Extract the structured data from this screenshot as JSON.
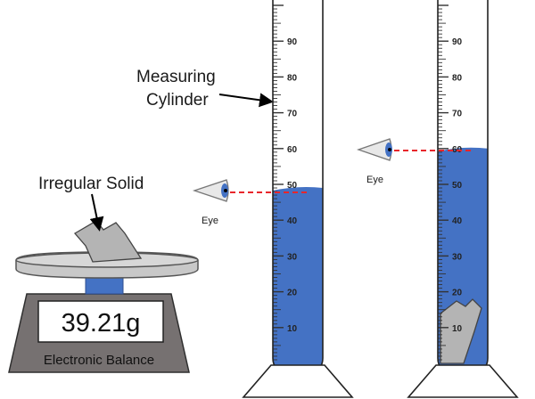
{
  "labels": {
    "measuring_cylinder": [
      "Measuring",
      "Cylinder"
    ],
    "irregular_solid": "Irregular Solid",
    "eye": "Eye",
    "balance_caption": "Electronic Balance"
  },
  "balance": {
    "reading": "39.21g"
  },
  "cylinder_scale": {
    "labels": [
      "10",
      "20",
      "30",
      "40",
      "50",
      "60",
      "70",
      "80",
      "90"
    ]
  },
  "cylinder_1": {
    "water_level_ml": 49,
    "contains_solid": false
  },
  "cylinder_2": {
    "water_level_ml": 60,
    "contains_solid": true
  },
  "colors": {
    "water": "#4472c4",
    "sight_line": "#e8262b",
    "balance_body": "#767171",
    "balance_pan": "#c8c8c8",
    "solid": "#b4b4b4",
    "iris": "#4472c4"
  }
}
